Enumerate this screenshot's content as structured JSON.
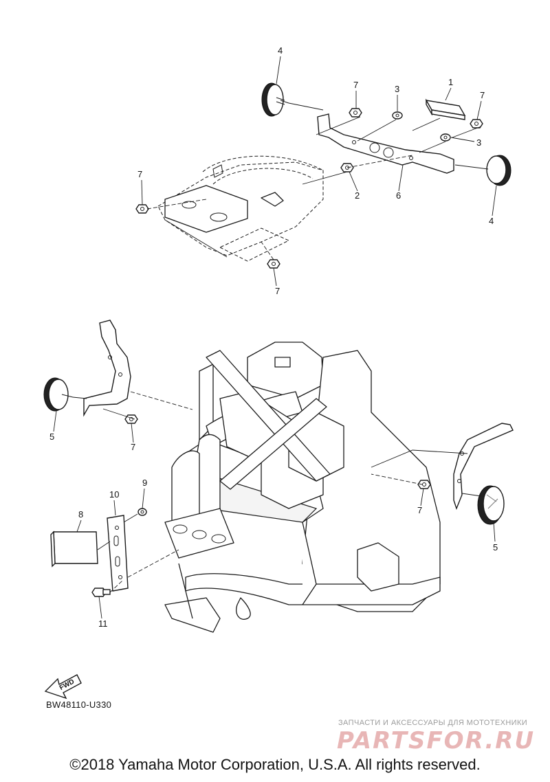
{
  "callouts": [
    {
      "id": "c1",
      "text": "1"
    },
    {
      "id": "c2",
      "text": "2"
    },
    {
      "id": "c3a",
      "text": "3"
    },
    {
      "id": "c3b",
      "text": "3"
    },
    {
      "id": "c4a",
      "text": "4"
    },
    {
      "id": "c4b",
      "text": "4"
    },
    {
      "id": "c5a",
      "text": "5"
    },
    {
      "id": "c5b",
      "text": "5"
    },
    {
      "id": "c6",
      "text": "6"
    },
    {
      "id": "c7a",
      "text": "7"
    },
    {
      "id": "c7b",
      "text": "7"
    },
    {
      "id": "c7c",
      "text": "7"
    },
    {
      "id": "c7d",
      "text": "7"
    },
    {
      "id": "c7e",
      "text": "7"
    },
    {
      "id": "c7f",
      "text": "7"
    },
    {
      "id": "c8",
      "text": "8"
    },
    {
      "id": "c9",
      "text": "9"
    },
    {
      "id": "c10",
      "text": "10"
    },
    {
      "id": "c11",
      "text": "11"
    }
  ],
  "fwd_label": "FWD",
  "diagram_ref": "BW48110-U330",
  "watermark": {
    "tagline": "ЗАПЧАСТИ И АКСЕССУАРЫ ДЛЯ МОТОТЕХНИКИ",
    "brand": "PARTSFOR.RU"
  },
  "copyright": "©2018 Yamaha Motor Corporation, U.S.A. All rights reserved.",
  "colors": {
    "line": "#1a1a1a",
    "watermark_brand": "#e8b6b6",
    "watermark_tagline": "#9a9a9a"
  }
}
